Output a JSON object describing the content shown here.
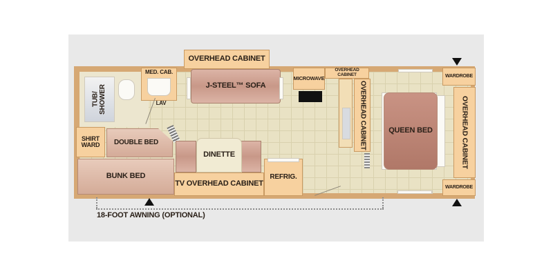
{
  "floorplan": {
    "rooms": {
      "overhead_cabinet_top": "OVERHEAD CABINET",
      "sofa": "J-STEEL™ SOFA",
      "microwave": "MICROWAVE",
      "overhead_cabinet_small": "OVERHEAD CABINET",
      "overhead_cabinet_kitchen": "OVERHEAD CABINET",
      "queen_bed": "QUEEN BED",
      "wardrobe_top": "WARDROBE",
      "wardrobe_bottom": "WARDROBE",
      "overhead_cabinet_front": "OVERHEAD CABINET",
      "med_cab": "MED. CAB.",
      "tub_shower": "TUB/ SHOWER",
      "lav": "LAV",
      "shirt_ward": "SHIRT WARD",
      "double_bed": "DOUBLE BED",
      "bunk_bed": "BUNK BED",
      "dinette": "DINETTE",
      "tv_overhead_cabinet": "TV OVERHEAD CABINET",
      "refrig": "REFRIG."
    },
    "awning_label": "18-FOOT AWNING (OPTIONAL)"
  },
  "colors": {
    "panel_bg": "#e9e9e9",
    "floor": "#e9e2c4",
    "wall": "#d6a874",
    "cabinet": "#f7d19f",
    "bed": "#d4ab98"
  }
}
